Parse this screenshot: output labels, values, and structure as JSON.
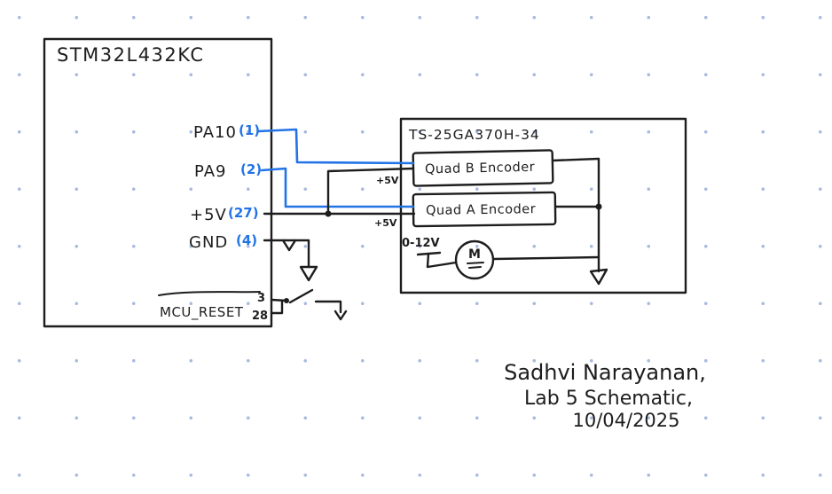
{
  "canvas": {
    "ink_color": "#1d1d1f",
    "wire_blue": "#2273e6",
    "grid_dot_color": "#a9badf"
  },
  "mcu": {
    "title": "STM32L432KC",
    "pins": [
      {
        "name": "PA10",
        "number": "(1)"
      },
      {
        "name": "PA9",
        "number": "(2)"
      },
      {
        "name": "+5V",
        "number": "(27)"
      },
      {
        "name": "GND",
        "number": "(4)"
      }
    ],
    "reset": {
      "label": "MCU_RESET",
      "pin_top": "3",
      "pin_bottom": "28"
    }
  },
  "motor_module": {
    "title": "TS-25GA370H-34",
    "encoder_b": "Quad B Encoder",
    "encoder_a": "Quad A Encoder",
    "supply_label_top": "+5V",
    "supply_label_bottom": "+5V",
    "voltage_label": "0-12V",
    "motor_symbol": "M"
  },
  "signature": {
    "line1": "Sadhvi Narayanan,",
    "line2": "Lab 5 Schematic,",
    "line3": "10/04/2025"
  }
}
